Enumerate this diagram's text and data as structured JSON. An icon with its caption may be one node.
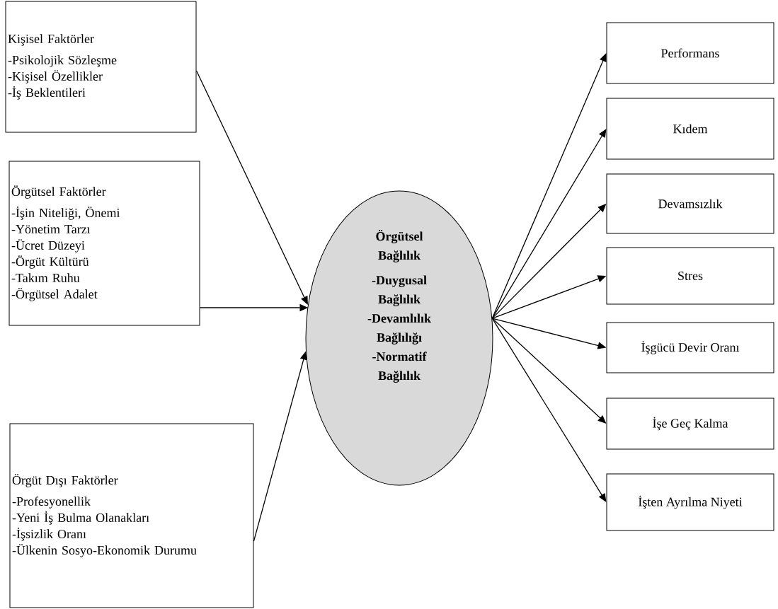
{
  "diagram": {
    "nodes": [
      {
        "text": [
          "Kişisel Faktörler",
          "-Psikolojik Sözleşme",
          "-Kişisel Özellikler",
          "-İş Beklentileri"
        ]
      },
      {
        "text": [
          "Örgütsel Faktörler",
          "-İşin Niteliği, Önemi",
          "-Yönetim Tarzı",
          "-Ücret Düzeyi",
          "-Örgüt Kültürü",
          "-Takım Ruhu",
          "-Örgütsel Adalet"
        ]
      },
      {
        "text": [
          "Örgüt Dışı Faktörler",
          "-Profesyonellik",
          "-Yeni İş Bulma Olanakları",
          "-İşsizlik Oranı",
          "-Ülkenin Sosyo-Ekonomik Durumu"
        ]
      },
      {
        "text": [
          "Örgütsel Bağlılık",
          "-Duygusal Bağlılık",
          "-Devamlılık Bağlılığı",
          "-Normatif Bağlılık"
        ]
      },
      {
        "text": [
          "Performans"
        ]
      },
      {
        "text": [
          "Kıdem"
        ]
      },
      {
        "text": [
          "Devamsızlık"
        ]
      },
      {
        "text": [
          "Stres"
        ]
      },
      {
        "text": [
          "İşgücü Devir Oranı"
        ]
      },
      {
        "text": [
          "İşe Geç Kalma"
        ]
      },
      {
        "text": [
          "İşten Ayrılma Niyeti"
        ]
      }
    ],
    "edges": [
      {
        "from": 0,
        "to": 3,
        "arrow": "to"
      },
      {
        "from": 1,
        "to": 3,
        "arrow": "to"
      },
      {
        "from": 2,
        "to": 3,
        "arrow": "to"
      },
      {
        "from": 3,
        "to": 4,
        "arrow": "to"
      },
      {
        "from": 3,
        "to": 5,
        "arrow": "to"
      },
      {
        "from": 3,
        "to": 6,
        "arrow": "to"
      },
      {
        "from": 3,
        "to": 7,
        "arrow": "to"
      },
      {
        "from": 3,
        "to": 8,
        "arrow": "to"
      },
      {
        "from": 3,
        "to": 9,
        "arrow": "to"
      },
      {
        "from": 3,
        "to": 10,
        "arrow": "to"
      }
    ]
  }
}
